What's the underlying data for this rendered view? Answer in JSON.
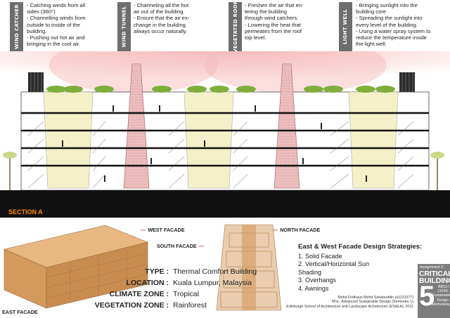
{
  "callouts": [
    {
      "tag": "WIND CATCHER",
      "lines": [
        "- Catching winds from all",
        "  sides (360°)",
        "- Channelling winds from",
        "  outside to inside of the",
        "  building.",
        "- Pushing out hot air and",
        "  bringing in the cool air."
      ]
    },
    {
      "tag": "WIND TUNNEL",
      "lines": [
        "- Channeling all the hot",
        "  air out of the building.",
        "- Ensure that the air ex-",
        "  change in the building",
        "  always occur naturally."
      ]
    },
    {
      "tag": "VEGETATED ROOF",
      "lines": [
        "- Freshen the air that en-",
        "  tering the building",
        "  through wind catchers.",
        "- Lowering the heat that",
        "  permeates from the roof",
        "  top level."
      ]
    },
    {
      "tag": "LIGHT WELL",
      "lines": [
        "- Bringing sunlight into the",
        "  building core",
        "- Spreading the sunlight into",
        "  every level of the building.",
        "- Using a water spray system to",
        "  reduce the temperature inside",
        "  the light well."
      ]
    }
  ],
  "section_label": "SECTION A",
  "facades": {
    "west": "WEST FACADE",
    "south": "SOUTH FACADE",
    "north": "NORTH FACADE",
    "east": "EAST FACADE"
  },
  "info": {
    "type_k": "TYPE :",
    "type_v": "Thermal Comfort Building",
    "location_k": "LOCATION :",
    "location_v": "Kuala Lumpur, Malaysia",
    "climate_k": "CLIMATE ZONE :",
    "climate_v": "Tropical",
    "vegetation_k": "VEGETATION ZONE :",
    "vegetation_v": "Rainforest"
  },
  "strategies": {
    "heading": "East & West Facade Design Strategies:",
    "items": [
      "1. Solid Facade",
      "2. Vertical/Horizontal Sun",
      "    Shading",
      "3. Overhangs",
      "4. Awnings"
    ]
  },
  "credits": {
    "line1": "Mohd Firdhaus Mohd Sahabuddin (s1131077)",
    "line2": "MSc. Advanced Sustainable Design (Semester 1)",
    "line3": "Edinburgh School of Architecture and Landscape Architecture (ESALA), 2011"
  },
  "badge": {
    "assignment": "Assignment 2:",
    "title1": "CRITICAL",
    "title2": "BUILDING",
    "number": "5",
    "course1": "ARCH 11030:",
    "course2": "Sustainable",
    "course3": "Design",
    "course4": "Methodologies"
  },
  "colors": {
    "sky_glow": "#f6b9b9",
    "floor_slab": "#111111",
    "light_well_fill": "#f4f1c8",
    "tunnel_fill": "#f2c6c6",
    "vegetation": "#7fae3a",
    "timber": "#d9a36a",
    "accent_orange": "#ff8a00",
    "label_dash": "#dd2222"
  }
}
